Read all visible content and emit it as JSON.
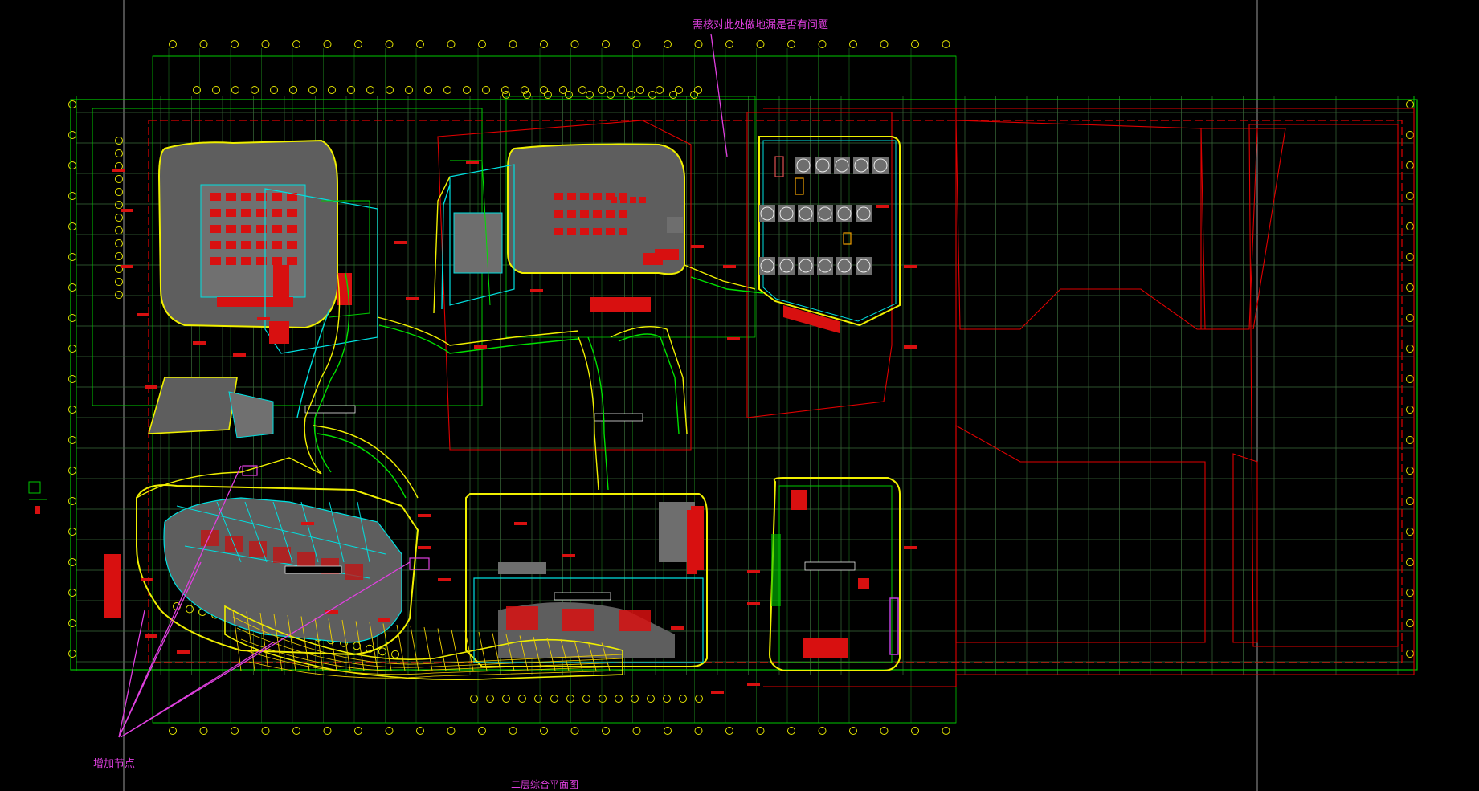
{
  "annotations": {
    "top_note": "需核对此处做地漏是否有问题",
    "bottom_left_note": "增加节点",
    "drawing_title": "二层综合平面图"
  },
  "colors": {
    "background": "#000000",
    "grid_green": "#00c800",
    "axis_yellow": "#e6e600",
    "boundary_red": "#e00000",
    "wall_yellow": "#f0f000",
    "annotation_magenta": "#e040e0",
    "fill_grey": "#6e6e6e",
    "equipment_red": "#d81010",
    "cyan": "#00e0e0",
    "white": "#e8e8e8"
  }
}
